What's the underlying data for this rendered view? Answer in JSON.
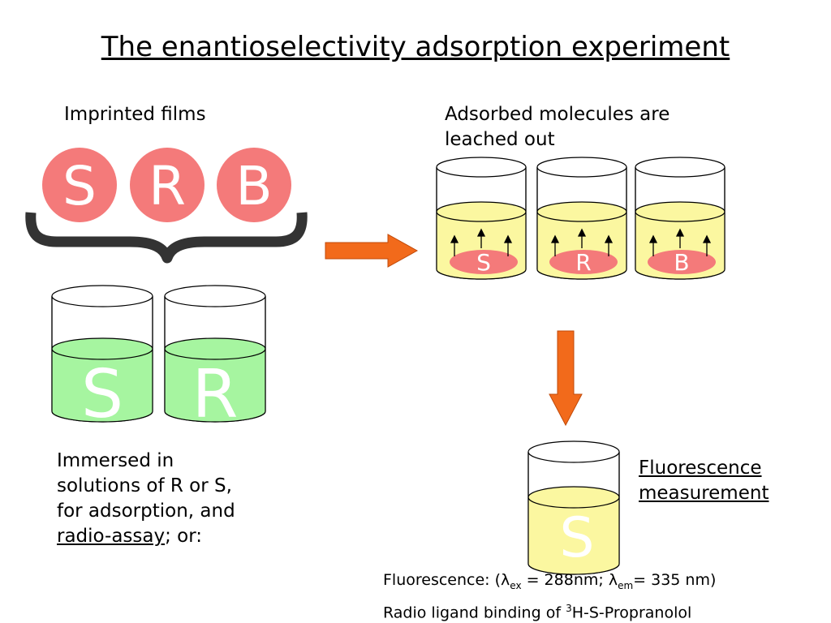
{
  "title": "The enantioselectivity adsorption experiment",
  "left": {
    "heading": "Imprinted films",
    "films": [
      "S",
      "R",
      "B"
    ],
    "beakers": [
      "S",
      "R"
    ],
    "caption_line1": "Immersed in",
    "caption_line2": "solutions of R or S,",
    "caption_line3": "for adsorption, and",
    "caption_link": "radio-assay",
    "caption_tail": "; or:"
  },
  "right": {
    "heading_line1": "Adsorbed molecules are",
    "heading_line2": "leached out",
    "beakers": [
      "S",
      "R",
      "B"
    ],
    "measure_line1": "Fluorescence",
    "measure_line2": "measurement",
    "result_beaker": "S"
  },
  "footer": {
    "fluor_prefix": "Fluorescence: (",
    "lambda": "λ",
    "ex": "ex",
    "ex_value": " = 288nm;  ",
    "em": "em",
    "em_value": "= 335 nm)",
    "radio_prefix": "Radio ligand binding of ",
    "radio_sup": "3",
    "radio_suffix": "H-S-Propranolol"
  },
  "colors": {
    "pink": "#f47a7a",
    "green_liquid": "#a6f5a0",
    "yellow_liquid": "#fbf7a0",
    "arrow": "#f26a1b",
    "brace": "#333333"
  }
}
